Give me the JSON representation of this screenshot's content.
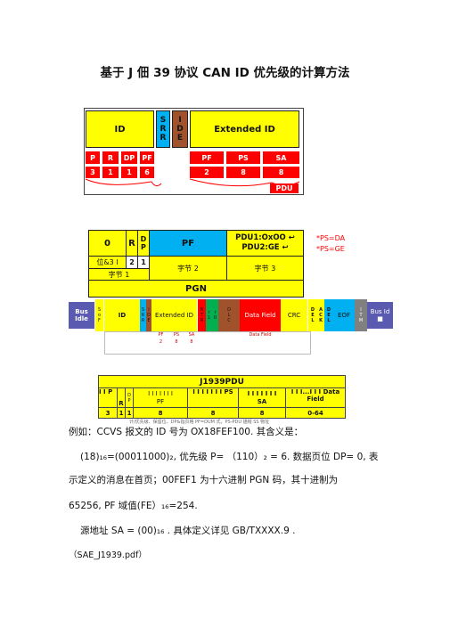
{
  "doc": {
    "title": "基于 J 佃 39 协议 CAN ID 优先级的计算方法"
  },
  "diagram1": {
    "id_label": "ID",
    "srr_label": "S\nR\nR",
    "ide_label": "I\nD\nE",
    "ext_label": "Extended ID",
    "row_labels": [
      "P",
      "R",
      "DP",
      "PF",
      "PF",
      "PS",
      "SA"
    ],
    "row_bits": [
      "3",
      "1",
      "1",
      "6",
      "2",
      "8",
      "8"
    ],
    "pdu_label": "PDU"
  },
  "table1": {
    "c_zero": "0",
    "c_r": "R",
    "c_dp": "D\nP",
    "c_pf": "PF",
    "c_pdu": "PDU1:OxOO ↩\nPDU2:GE ↩",
    "r2_a": "位&3 I",
    "r2_b": "2",
    "r2_c": "1",
    "r2_byte2": "字节 2",
    "r2_byte3": "字节 3",
    "r3_byte1": "字节 1",
    "pgn": "PGN",
    "note1": "*PS=DA",
    "note2": "*PS=GE"
  },
  "can_frame": {
    "bus_idle": "Bus Idle",
    "sof": "S\no\nF",
    "id": "ID",
    "srr": "S\nR\nR",
    "ide": "I\nD\nE",
    "ext": "Extended ID",
    "rtr": "R\nT\nR",
    "r1": "r\n1",
    "r0": "r\n0",
    "dlc": "D\nL\nC",
    "data": "Data Field",
    "crc": "CRC",
    "del1": "D\nE\nL",
    "ack": "A\nC\nK",
    "del2": "D\nE\nL",
    "eof": "EOF",
    "ifs": "I\nT\nM",
    "bus_idle2": "Bus Id ■",
    "sub": [
      "PF",
      "PS",
      "SA"
    ],
    "sub_bits": [
      "2",
      "8",
      "8"
    ],
    "data_sub": "Data Field"
  },
  "table2": {
    "title": "J1939PDU",
    "h_p": "I I P",
    "h_r": "R",
    "h_dp": "D\nP",
    "h_pf": "I I I I I I I\nPF",
    "h_ps": "I I I I I I I PS",
    "h_sa": "I I I I I I I\nSA",
    "h_data": "I I I...I I I Data Field",
    "bits": [
      "3",
      "1",
      "1",
      "8",
      "8",
      "8",
      "0-64"
    ],
    "caption": "计/优先级、保留位、DP&指页格 PF=DUM 式，PS-PDU 描帽 SS 物址"
  },
  "body": {
    "p1": "例如：CCVS 报文的 ID 号为 OX18FEF100. 其含义是：",
    "p2": "(18)₁₆=(00011000)₂, 优先级  P= （110）₂ = 6. 数据页位  DP= 0, 表",
    "p3": "示定义的消息在首页；00FEF1 为十六进制  PGN 码，其十进制为",
    "p4": "65256, PF 域值(FE）₁₆=254.",
    "p5": "源地址  SA = (00)₁₆ .  具体定义详见  GB/TXXXX.9 .",
    "p6": "（SAE_J1939.pdf）"
  },
  "colors": {
    "yellow": "#ffff00",
    "cyan": "#00b0f0",
    "brown": "#a0522d",
    "red": "#ff0000",
    "frame_dark": "#1f3f6f",
    "green": "#00b050",
    "purple": "#7050a0"
  }
}
